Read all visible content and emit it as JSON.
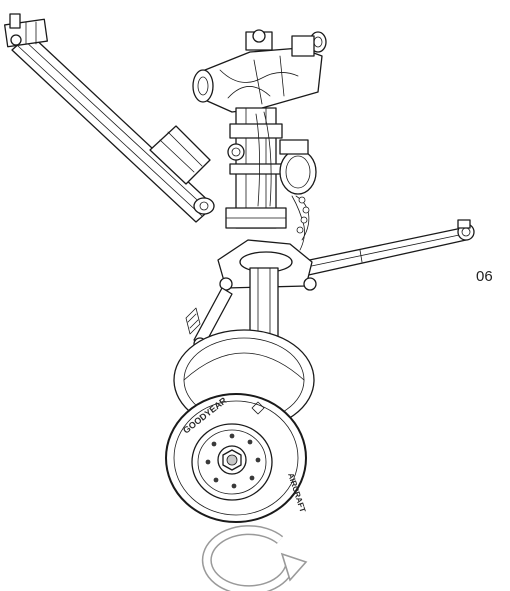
{
  "figure": {
    "number": "06",
    "tire_brand_text": "GOODYEAR",
    "tire_sidewall_text": "AIRCRAFT",
    "accent_color": "#1a1a1a",
    "rotation_arrow_color": "#9a9a9a"
  }
}
